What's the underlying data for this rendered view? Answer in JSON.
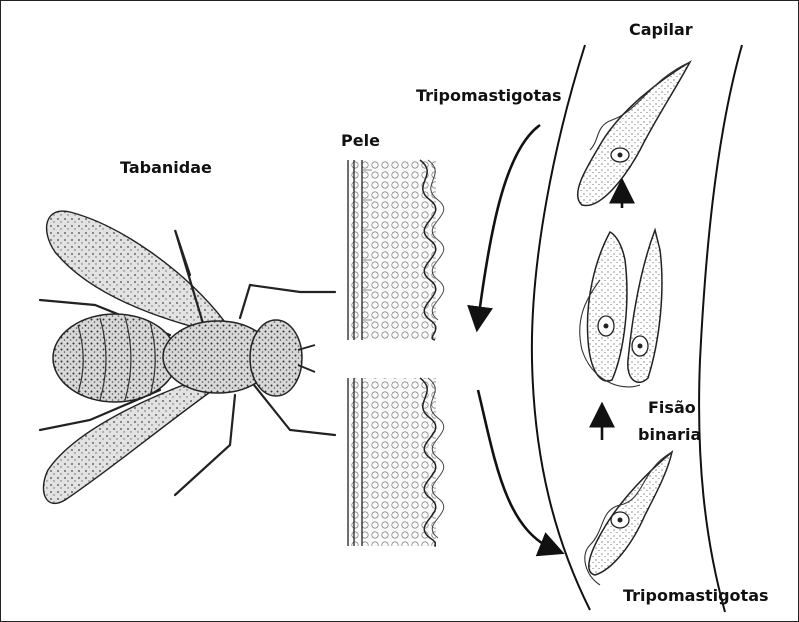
{
  "labels": {
    "insect": "Tabanidae",
    "skin": "Pele",
    "capillary": "Capilar",
    "trypo_top": "Tripomastigotas",
    "fission_line1": "Fisão",
    "fission_line2": "binaria",
    "trypo_bottom": "Tripomastigotas"
  }
}
